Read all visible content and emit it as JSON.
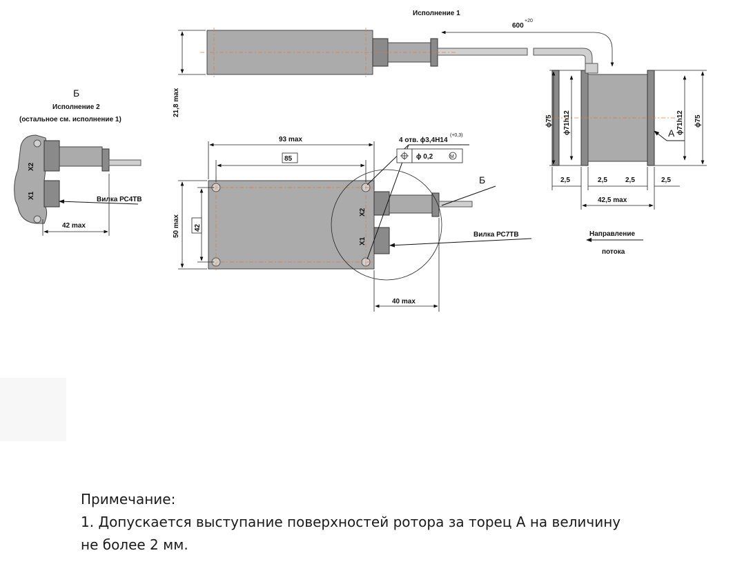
{
  "labels": {
    "variant1": "Исполнение 1",
    "cable_len": "600",
    "cable_tol": "+20",
    "view_b": "Б",
    "variant2": "Исполнение 2",
    "variant2_note": "(остальное см. исполнение 1)",
    "dim_21_8": "21,8 max",
    "dim_93": "93 max",
    "dim_85": "85",
    "holes": "4 отв. ϕ3,4H14",
    "holes_tol": "(+0,3)",
    "tol_pos": "ϕ 0,2",
    "tol_m": "M",
    "b_label": "Б",
    "dim_50": "50 max",
    "dim_42_body": "42",
    "x2": "X2",
    "x1": "X1",
    "plug_pc7": "Вилка РС7ТВ",
    "dim_40": "40 max",
    "plug_pc4": "Вилка РС4ТВ",
    "dim_42_side": "42 max",
    "d75_left": "ϕ75",
    "d71_left": "ϕ71h12",
    "d71_right": "ϕ71h12",
    "d75_right": "ϕ75",
    "face_a": "A",
    "d2_5": "2,5",
    "dim_42_5": "42,5 max",
    "flow1": "Направление",
    "flow2": "потока"
  },
  "notes": {
    "title": "Примечание:",
    "line1": "1. Допускается выступание поверхностей ротора за торец А на величину",
    "line2": "не более 2 мм."
  }
}
